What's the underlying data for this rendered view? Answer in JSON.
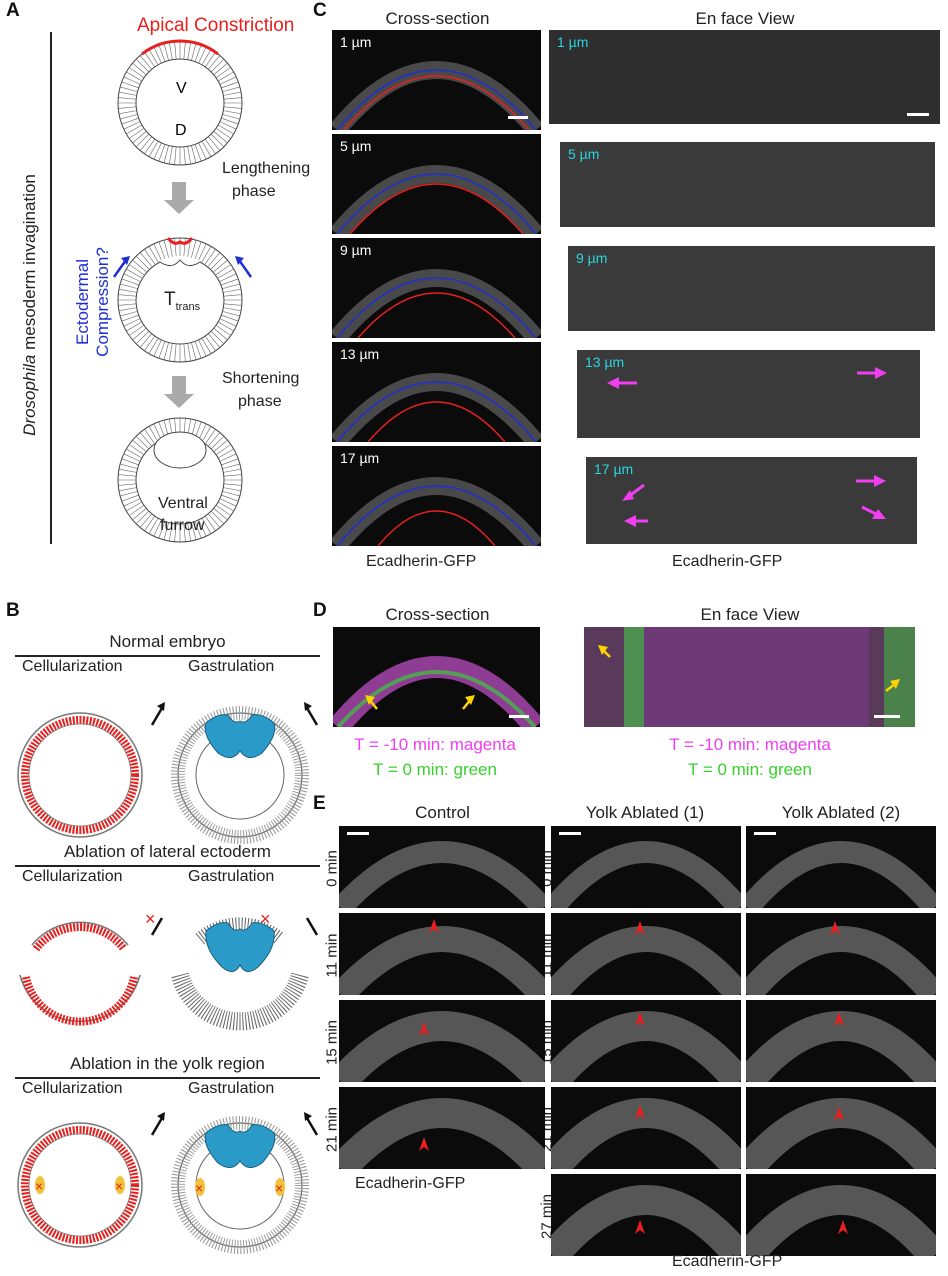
{
  "panels": {
    "A": "A",
    "B": "B",
    "C": "C",
    "D": "D",
    "E": "E"
  },
  "panelA": {
    "title": "Apical Constriction",
    "v": "V",
    "d": "D",
    "lengthening": "Lengthening",
    "lengthening2": "phase",
    "shortening": "Shortening",
    "shortening2": "phase",
    "ttrans": "T",
    "ttrans_sub": "trans",
    "ventral": "Ventral",
    "furrow": "furrow",
    "side_label_italic": "Drosophila",
    "side_label_rest": " mesoderm invagination",
    "ecto1": "Ectodermal",
    "ecto2": "Compression?"
  },
  "panelB": {
    "normal": "Normal embryo",
    "ablation_lat": "Ablation of lateral ectoderm",
    "ablation_yolk": "Ablation in the yolk region",
    "cellularization": "Cellularization",
    "gastrulation": "Gastrulation"
  },
  "panelC": {
    "cross_section": "Cross-section",
    "en_face": "En face View",
    "depths": [
      "1 µm",
      "5 µm",
      "9 µm",
      "13 µm",
      "17 µm"
    ],
    "caption": "Ecadherin-GFP"
  },
  "panelD": {
    "cross_section": "Cross-section",
    "en_face": "En face View",
    "t1": "T = -10 min: magenta",
    "t2": "T = 0 min: green"
  },
  "panelE": {
    "control": "Control",
    "yolk1": "Yolk Ablated (1)",
    "yolk2": "Yolk Ablated (2)",
    "times": [
      "0 min",
      "11 min",
      "15 min",
      "21 min",
      "27 min"
    ],
    "caption": "Ecadherin-GFP"
  },
  "colors": {
    "red": "#e8201e",
    "blue": "#1d2fd6",
    "magenta": "#f03ef0",
    "green": "#38d12c",
    "cyan": "#2ad6e0",
    "cyto": "#2a9bc8"
  }
}
